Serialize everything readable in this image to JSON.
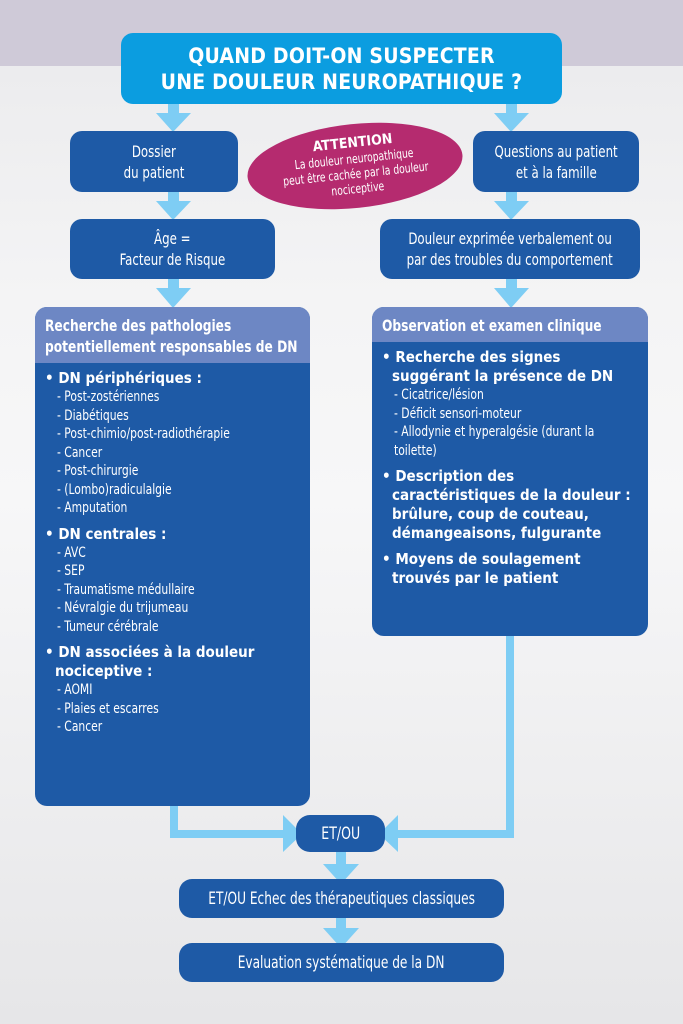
{
  "colors": {
    "title_bg": "#0b9de0",
    "box_bg": "#1e5aa6",
    "panel_header_bg": "#6d87c4",
    "warning_bg": "#b52b6f",
    "arrow": "#7ecdf4",
    "text": "#ffffff"
  },
  "title": {
    "line1": "QUAND DOIT-ON SUSPECTER",
    "line2": "UNE DOULEUR NEUROPATHIQUE ?"
  },
  "warning": {
    "heading": "ATTENTION",
    "line1": "La douleur neuropathique",
    "line2": "peut être cachée par la douleur",
    "line3": "nociceptive"
  },
  "left_branch": {
    "step1": {
      "line1": "Dossier",
      "line2": "du patient"
    },
    "step2": {
      "line1": "Âge =",
      "line2": "Facteur de Risque"
    },
    "panel": {
      "title_line1": "Recherche des pathologies",
      "title_line2": "potentiellement responsables de DN",
      "groups": [
        {
          "title": "DN périphériques :",
          "items": [
            "- Post-zostériennes",
            "- Diabétiques",
            "- Post-chimio/post-radiothérapie",
            "- Cancer",
            "- Post-chirurgie",
            "- (Lombo)radiculalgie",
            "- Amputation"
          ]
        },
        {
          "title": "DN centrales :",
          "items": [
            "- AVC",
            "- SEP",
            "- Traumatisme médullaire",
            "- Névralgie du trijumeau",
            "- Tumeur cérébrale"
          ]
        },
        {
          "title": "DN associées à la douleur nociceptive :",
          "items": [
            "- AOMI",
            "- Plaies et escarres",
            "- Cancer"
          ]
        }
      ]
    }
  },
  "right_branch": {
    "step1": {
      "line1": "Questions au patient",
      "line2": "et à la famille"
    },
    "step2": {
      "line1": "Douleur exprimée verbalement ou",
      "line2": "par des troubles du comportement"
    },
    "panel": {
      "title": "Observation et examen clinique",
      "groups": [
        {
          "title": "Recherche des signes suggérant la présence de DN",
          "items": [
            "- Cicatrice/lésion",
            "- Déficit sensori-moteur",
            "- Allodynie et hyperalgésie (durant la toilette)"
          ]
        },
        {
          "title": "Description des caractéristiques de la douleur : brûlure, coup de couteau,  démangeaisons, fulgurante",
          "items": []
        },
        {
          "title": "Moyens de soulagement trouvés par le patient",
          "items": []
        }
      ]
    }
  },
  "merge": {
    "label": "ET/OU"
  },
  "step_fail": {
    "label": "ET/OU Echec des thérapeutiques classiques"
  },
  "step_final": {
    "label": "Evaluation systématique de la DN"
  }
}
